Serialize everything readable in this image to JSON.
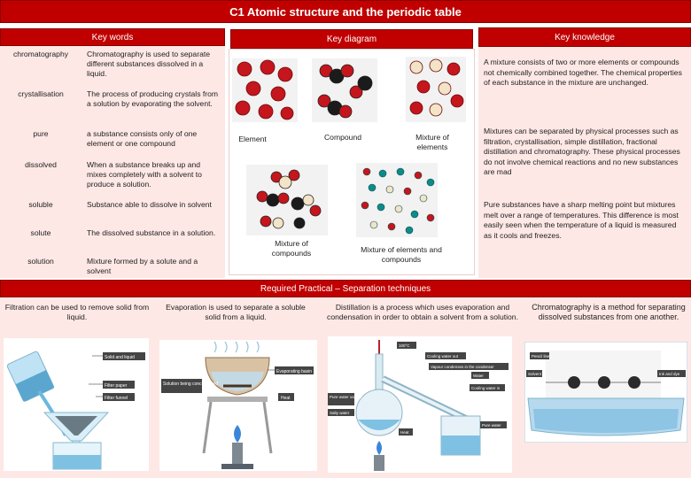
{
  "title": "C1 Atomic structure and the periodic table",
  "key_words": {
    "header": "Key words",
    "items": [
      {
        "term": "chromatography",
        "definition": "Chromatography is used to separate different substances dissolved in a liquid."
      },
      {
        "term": "crystallisation",
        "definition": "The process of producing crystals from a solution by evaporating the solvent."
      },
      {
        "term": "pure",
        "definition": "a substance consists only of one element or one compound"
      },
      {
        "term": "dissolved",
        "definition": "When a substance breaks up and mixes completely with a solvent to produce a solution."
      },
      {
        "term": "soluble",
        "definition": "Substance able to dissolve in solvent"
      },
      {
        "term": "solute",
        "definition": "The dissolved substance in a solution."
      },
      {
        "term": "solution",
        "definition": "Mixture formed by a solute and a solvent"
      }
    ]
  },
  "key_diagram": {
    "header": "Key diagram",
    "labels": {
      "element": "Element",
      "compound": "Compound",
      "mixture_elements": "Mixture of elements",
      "mixture_compounds": "Mixture of compounds",
      "mixture_elements_compounds": "Mixture of elements and compounds"
    }
  },
  "key_knowledge": {
    "header": "Key knowledge",
    "paragraphs": [
      "A mixture consists of two or more elements or compounds not chemically combined together. The chemical properties of each substance in the mixture are unchanged.",
      "Mixtures can be separated by physical processes such as filtration, crystallisation, simple distillation, fractional distillation and chromatography. These physical processes do not involve chemical reactions and no new substances are mad",
      "Pure substances have a sharp melting point but mixtures melt over a range of temperatures. This difference is most easily seen when the temperature of a liquid is measured as it cools and freezes."
    ]
  },
  "required_practical": {
    "header": "Required Practical – Separation techniques",
    "filtration": {
      "text": "Filtration can be used to remove solid from liquid.",
      "labels": [
        "Solid and liquid",
        "Filter paper",
        "Filter funnel"
      ]
    },
    "evaporation": {
      "text": "Evaporation is used to separate a soluble solid from a liquid.",
      "labels": [
        "Evaporating basin",
        "Solution being concentrated",
        "Heat"
      ]
    },
    "distillation": {
      "text": "Distillation is a process which uses evaporation and condensation in order to obtain a solvent from a solution.",
      "labels": [
        "100°C",
        "Cooling water out",
        "Vapour condenses in the condenser",
        "Cooling water in",
        "Pure water vapour",
        "Salty water",
        "Water",
        "Heat",
        "Pure water"
      ]
    },
    "chromatography": {
      "text": "Chromatography is a method for separating dissolved substances from one another.",
      "labels": [
        "Pencil line",
        "Solvent",
        "Ink and dye"
      ]
    }
  },
  "colors": {
    "banner_red": "#c00000",
    "panel_pink": "#fde8e5",
    "atom_red": "#c4161c",
    "atom_black": "#1b1b1b",
    "atom_cream": "#f3e3c7",
    "atom_teal": "#0f8a8a"
  }
}
